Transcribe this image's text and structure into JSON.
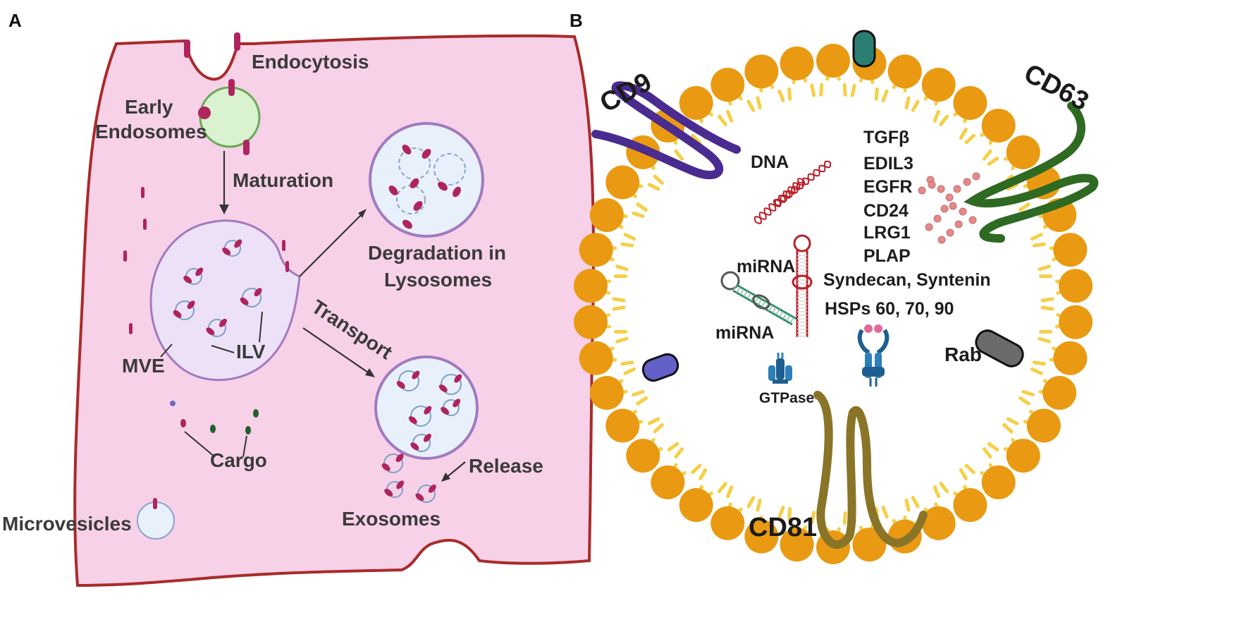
{
  "panel_a": {
    "panel_label": "A",
    "labels": {
      "endocytosis": "Endocytosis",
      "early_endosomes_1": "Early",
      "early_endosomes_2": "Endosomes",
      "maturation": "Maturation",
      "degradation_1": "Degradation in",
      "degradation_2": "Lysosomes",
      "transport": "Transport",
      "mve": "MVE",
      "ilv": "ILV",
      "cargo": "Cargo",
      "release": "Release",
      "exosomes": "Exosomes",
      "microvesicles": "Microvesicles"
    },
    "colors": {
      "cell_fill": "#f7d1e8",
      "cell_border": "#a92b2b",
      "early_endosome": "#d9f2cf",
      "vesicle": "#e8f0fb",
      "cargo_marker": "#b0245e"
    }
  },
  "panel_b": {
    "panel_label": "B",
    "labels": {
      "cd9": "CD9",
      "cd63": "CD63",
      "cd81": "CD81",
      "rab": "Rab",
      "dna": "DNA",
      "mirna_1": "miRNA",
      "mirna_2": "miRNA",
      "gtpase": "GTPase"
    },
    "proteins": [
      "TGFβ",
      "EDIL3",
      "EGFR",
      "CD24",
      "LRG1",
      "PLAP",
      "Syndecan, Syntenin",
      "HSPs 60, 70, 90"
    ],
    "colors": {
      "lipid_head": "#e99a12",
      "lipid_tail": "#f5cf4a",
      "cd9": "#4a2b8f",
      "cd63": "#2f6a22",
      "cd81": "#8a7427",
      "rab": "#6b6b6b",
      "teal_protein": "#2a7f72",
      "purple_protein": "#6360c9",
      "dna": "#b8202a",
      "protein_cluster": "#e58a8a"
    }
  }
}
